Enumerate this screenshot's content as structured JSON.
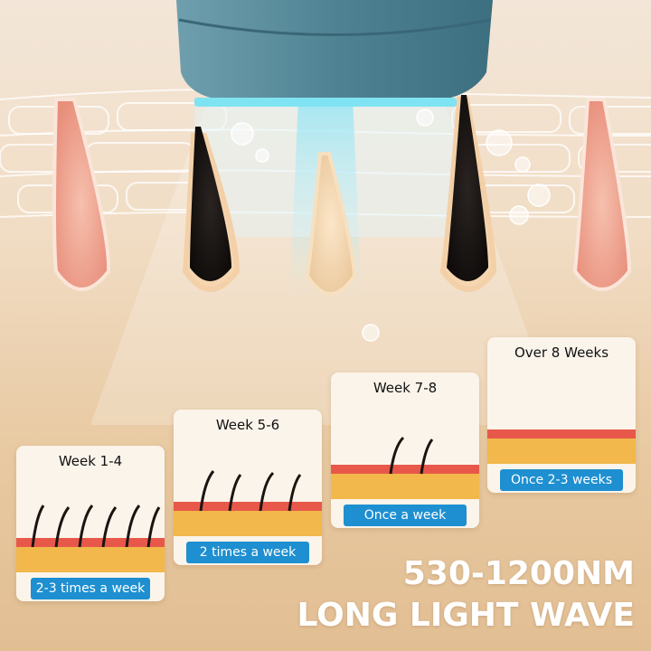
{
  "stages": [
    {
      "label": "Week 1-4",
      "frequency": "2-3 times a week",
      "hair_density": "full"
    },
    {
      "label": "Week 5-6",
      "frequency": "2 times a week",
      "hair_density": "reduced"
    },
    {
      "label": "Week 7-8",
      "frequency": "Once a week",
      "hair_density": "sparse"
    },
    {
      "label": "Over 8 Weeks",
      "frequency": "Once 2-3 weeks",
      "hair_density": "none"
    }
  ],
  "headline": {
    "line1": "530-1200NM",
    "line2": "LONG LIGHT WAVE"
  },
  "colors": {
    "background": "#f1ddc5",
    "device": "#4f8393",
    "light_beam": "#7fe3f2",
    "badge": "#1e8fd0",
    "skin_layer": "#f2b84b",
    "skin_top": "#e8584a",
    "hair_dark": "#1a1411",
    "follicle_pink": "#f0a896"
  }
}
